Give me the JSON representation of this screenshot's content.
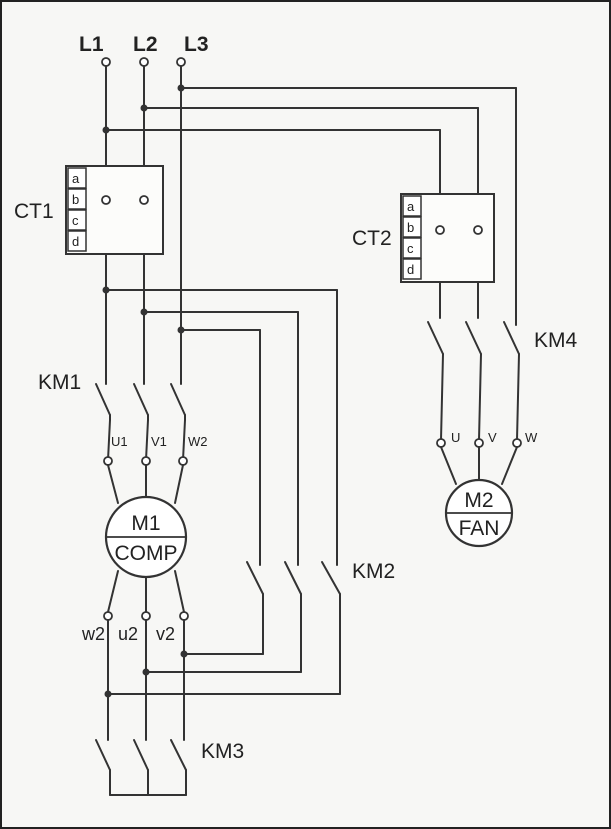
{
  "supply": {
    "l1": "L1",
    "l2": "L2",
    "l3": "L3"
  },
  "ct1": {
    "label": "CT1",
    "taps": [
      "a",
      "b",
      "c",
      "d"
    ]
  },
  "ct2": {
    "label": "CT2",
    "taps": [
      "a",
      "b",
      "c",
      "d"
    ]
  },
  "contactors": {
    "km1": "KM1",
    "km2": "KM2",
    "km3": "KM3",
    "km4": "KM4"
  },
  "m1": {
    "name": "M1",
    "type": "COMP",
    "top_terminals": [
      "U1",
      "V1",
      "W2"
    ],
    "bottom_terminals": [
      "w2",
      "u2",
      "v2"
    ]
  },
  "m2": {
    "name": "M2",
    "type": "FAN",
    "terminals": [
      "U",
      "V",
      "W"
    ]
  }
}
